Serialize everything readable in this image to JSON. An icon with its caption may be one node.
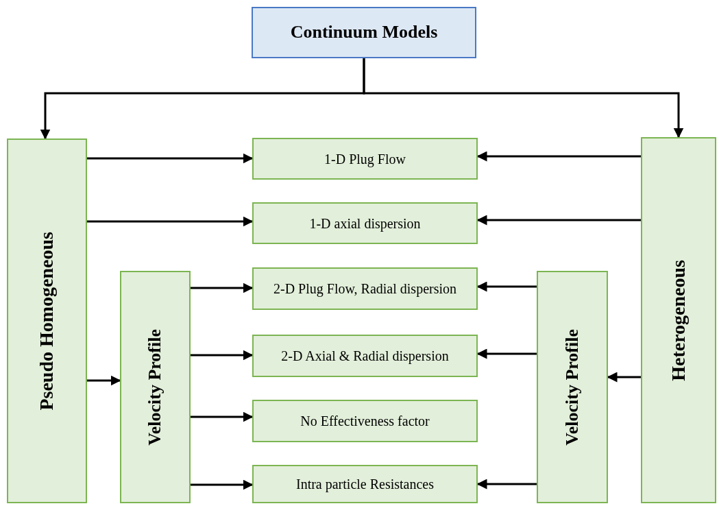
{
  "diagram": {
    "nodes": [
      {
        "text": [
          "Continuum Models"
        ]
      },
      {
        "text": [
          "Pseudo Homogeneous"
        ]
      },
      {
        "text": [
          "Heterogeneous"
        ]
      },
      {
        "text": [
          "Velocity Profile"
        ]
      },
      {
        "text": [
          "Velocity Profile"
        ]
      },
      {
        "text": [
          "1-D Plug Flow"
        ]
      },
      {
        "text": [
          "1-D axial dispersion"
        ]
      },
      {
        "text": [
          "2-D Plug Flow, Radial dispersion"
        ]
      },
      {
        "text": [
          "2-D Axial & Radial dispersion"
        ]
      },
      {
        "text": [
          "No Effectiveness factor"
        ]
      },
      {
        "text": [
          "Intra particle Resistances"
        ]
      }
    ],
    "edges": [
      {
        "from": 0,
        "to": 1,
        "arrow": "to"
      },
      {
        "from": 0,
        "to": 2,
        "arrow": "to"
      },
      {
        "from": 1,
        "to": 5,
        "arrow": "to"
      },
      {
        "from": 1,
        "to": 6,
        "arrow": "to"
      },
      {
        "from": 2,
        "to": 5,
        "arrow": "to"
      },
      {
        "from": 2,
        "to": 6,
        "arrow": "to"
      },
      {
        "from": 1,
        "to": 3,
        "arrow": "to"
      },
      {
        "from": 2,
        "to": 4,
        "arrow": "to"
      },
      {
        "from": 3,
        "to": 7,
        "arrow": "to"
      },
      {
        "from": 3,
        "to": 8,
        "arrow": "to"
      },
      {
        "from": 3,
        "to": 9,
        "arrow": "to"
      },
      {
        "from": 3,
        "to": 10,
        "arrow": "to"
      },
      {
        "from": 4,
        "to": 7,
        "arrow": "to"
      },
      {
        "from": 4,
        "to": 8,
        "arrow": "to"
      },
      {
        "from": 4,
        "to": 10,
        "arrow": "to"
      }
    ]
  }
}
